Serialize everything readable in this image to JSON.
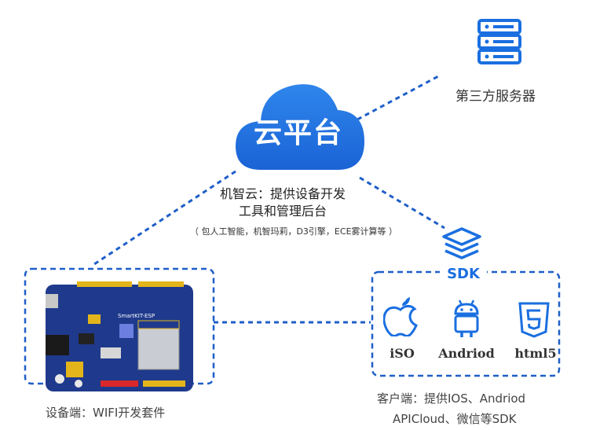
{
  "cloud": {
    "label": "云平台"
  },
  "server": {
    "label": "第三方服务器"
  },
  "platform": {
    "line1": "机智云：提供设备开发",
    "line2": "工具和管理后台",
    "note": "（ 包人工智能，机智玛莉，D3引擎，ECE雾计算等 ）"
  },
  "sdk": {
    "label": "SDK"
  },
  "client": {
    "icons": [
      {
        "label": "iSO",
        "icon": "apple-icon"
      },
      {
        "label": "Andriod",
        "icon": "android-icon"
      },
      {
        "label": "html5",
        "icon": "html5-icon"
      }
    ],
    "caption_line1": "客户端：提供IOS、Andriod",
    "caption_line2": "APICloud、微信等SDK"
  },
  "device": {
    "board_label": "SmartKIT-ESP",
    "caption": "设备端：WIFI开发套件"
  },
  "colors": {
    "accent": "#1a6fe0",
    "dash": "#1f5fc8",
    "board": "#1f3a8c"
  }
}
